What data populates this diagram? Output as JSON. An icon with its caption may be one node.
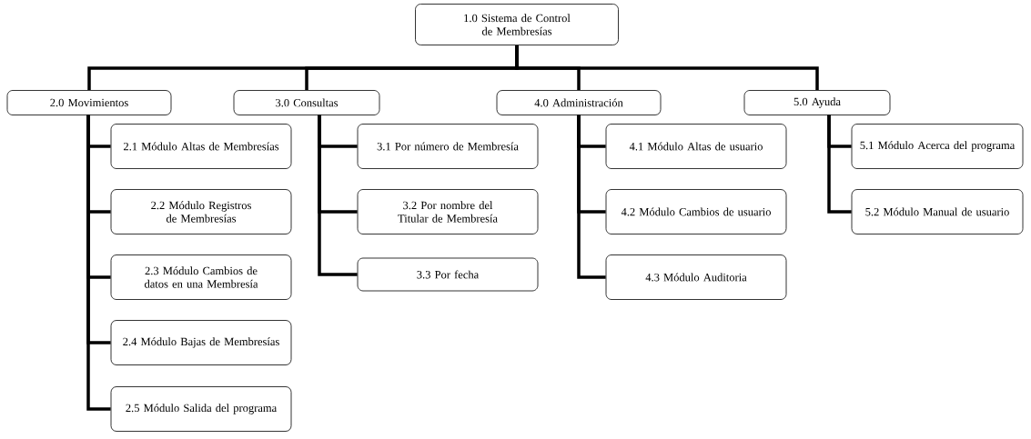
{
  "diagram": {
    "nodes": [
      {
        "text": [
          "1.0 Sistema de Control de Membresías"
        ]
      },
      {
        "text": [
          "2.0 Movimientos"
        ]
      },
      {
        "text": [
          "3.0 Consultas"
        ]
      },
      {
        "text": [
          "4.0 Administración"
        ]
      },
      {
        "text": [
          "5.0 Ayuda"
        ]
      },
      {
        "text": [
          "2.1 Módulo Altas de Membresías"
        ]
      },
      {
        "text": [
          "2.2 Módulo Registros de Membresías"
        ]
      },
      {
        "text": [
          "2.3 Módulo Cambios de datos en una Membresía"
        ]
      },
      {
        "text": [
          "2.4 Módulo Bajas de Membresías"
        ]
      },
      {
        "text": [
          "2.5 Módulo Salida del programa"
        ]
      },
      {
        "text": [
          "3.1 Por número de Membresía"
        ]
      },
      {
        "text": [
          "3.2 Por nombre del Titular de Membresía"
        ]
      },
      {
        "text": [
          "3.3 Por fecha"
        ]
      },
      {
        "text": [
          "4.1 Módulo Altas de usuario"
        ]
      },
      {
        "text": [
          "4.2 Módulo Cambios de usuario"
        ]
      },
      {
        "text": [
          "4.3 Módulo Auditoria"
        ]
      },
      {
        "text": [
          "5.1 Módulo Acerca del programa"
        ]
      },
      {
        "text": [
          "5.2 Módulo Manual de usuario"
        ]
      }
    ],
    "edges": [
      {
        "from": 0,
        "to": 1,
        "arrow": "none"
      },
      {
        "from": 0,
        "to": 2,
        "arrow": "none"
      },
      {
        "from": 0,
        "to": 3,
        "arrow": "none"
      },
      {
        "from": 0,
        "to": 4,
        "arrow": "none"
      },
      {
        "from": 1,
        "to": 5,
        "arrow": "none"
      },
      {
        "from": 1,
        "to": 6,
        "arrow": "none"
      },
      {
        "from": 1,
        "to": 7,
        "arrow": "none"
      },
      {
        "from": 1,
        "to": 8,
        "arrow": "none"
      },
      {
        "from": 1,
        "to": 9,
        "arrow": "none"
      },
      {
        "from": 2,
        "to": 10,
        "arrow": "none"
      },
      {
        "from": 2,
        "to": 11,
        "arrow": "none"
      },
      {
        "from": 2,
        "to": 12,
        "arrow": "none"
      },
      {
        "from": 3,
        "to": 13,
        "arrow": "none"
      },
      {
        "from": 3,
        "to": 14,
        "arrow": "none"
      },
      {
        "from": 3,
        "to": 15,
        "arrow": "none"
      },
      {
        "from": 4,
        "to": 16,
        "arrow": "none"
      },
      {
        "from": 4,
        "to": 17,
        "arrow": "none"
      }
    ]
  }
}
